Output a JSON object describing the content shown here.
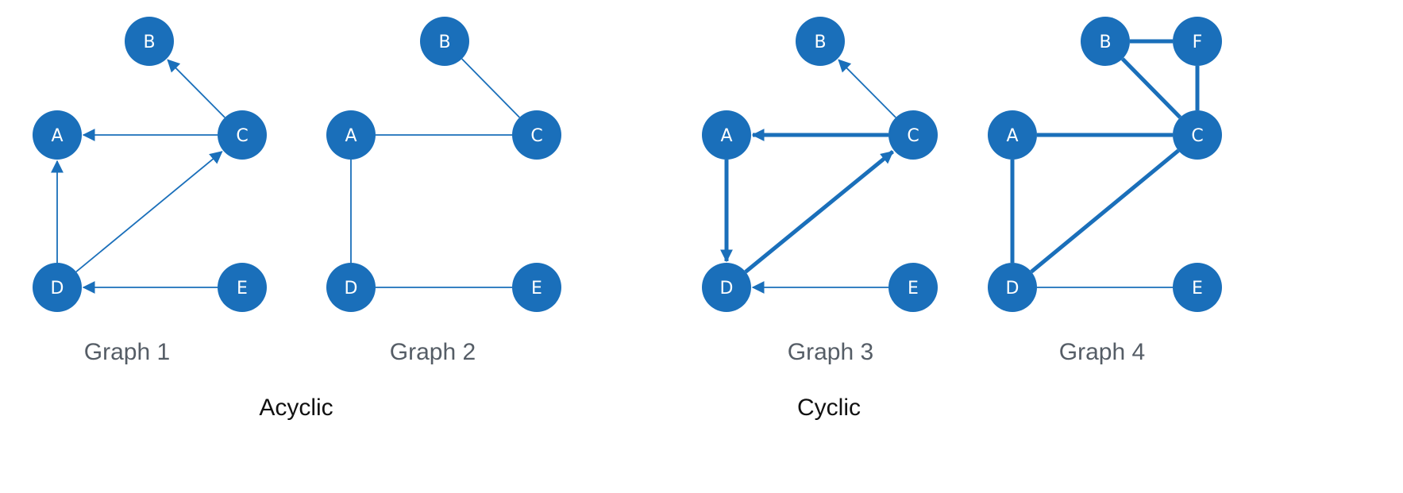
{
  "colors": {
    "node": "#1a6fba",
    "edge": "#1a6fba",
    "graph_title": "#555d66",
    "group_title": "#111111"
  },
  "groups": [
    {
      "id": "acyclic",
      "label": "Acyclic"
    },
    {
      "id": "cyclic",
      "label": "Cyclic"
    }
  ],
  "graphs": [
    {
      "id": "graph-1",
      "title": "Graph 1",
      "group": "acyclic",
      "directed": true,
      "nodes": [
        "A",
        "B",
        "C",
        "D",
        "E"
      ],
      "edges": [
        {
          "from": "C",
          "to": "B",
          "emphasis": "normal"
        },
        {
          "from": "C",
          "to": "A",
          "emphasis": "normal"
        },
        {
          "from": "D",
          "to": "A",
          "emphasis": "normal"
        },
        {
          "from": "D",
          "to": "C",
          "emphasis": "normal"
        },
        {
          "from": "E",
          "to": "D",
          "emphasis": "normal"
        }
      ]
    },
    {
      "id": "graph-2",
      "title": "Graph 2",
      "group": "acyclic",
      "directed": false,
      "nodes": [
        "A",
        "B",
        "C",
        "D",
        "E"
      ],
      "edges": [
        {
          "from": "B",
          "to": "C",
          "emphasis": "normal"
        },
        {
          "from": "A",
          "to": "C",
          "emphasis": "normal"
        },
        {
          "from": "A",
          "to": "D",
          "emphasis": "normal"
        },
        {
          "from": "D",
          "to": "E",
          "emphasis": "normal"
        }
      ]
    },
    {
      "id": "graph-3",
      "title": "Graph 3",
      "group": "cyclic",
      "directed": true,
      "nodes": [
        "A",
        "B",
        "C",
        "D",
        "E"
      ],
      "edges": [
        {
          "from": "C",
          "to": "B",
          "emphasis": "normal"
        },
        {
          "from": "C",
          "to": "A",
          "emphasis": "bold"
        },
        {
          "from": "A",
          "to": "D",
          "emphasis": "bold"
        },
        {
          "from": "D",
          "to": "C",
          "emphasis": "bold"
        },
        {
          "from": "E",
          "to": "D",
          "emphasis": "normal"
        }
      ]
    },
    {
      "id": "graph-4",
      "title": "Graph 4",
      "group": "cyclic",
      "directed": false,
      "nodes": [
        "A",
        "B",
        "C",
        "D",
        "E",
        "F"
      ],
      "edges": [
        {
          "from": "B",
          "to": "F",
          "emphasis": "bold"
        },
        {
          "from": "F",
          "to": "C",
          "emphasis": "bold"
        },
        {
          "from": "B",
          "to": "C",
          "emphasis": "bold"
        },
        {
          "from": "A",
          "to": "C",
          "emphasis": "bold"
        },
        {
          "from": "A",
          "to": "D",
          "emphasis": "bold"
        },
        {
          "from": "D",
          "to": "C",
          "emphasis": "bold"
        },
        {
          "from": "D",
          "to": "E",
          "emphasis": "normal"
        }
      ]
    }
  ]
}
